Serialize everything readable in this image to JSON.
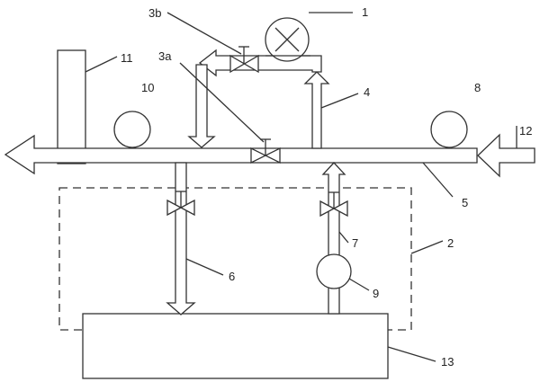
{
  "labels": {
    "n1": "1",
    "n2": "2",
    "n3a": "3a",
    "n3b": "3b",
    "n4": "4",
    "n5": "5",
    "n6": "6",
    "n7": "7",
    "n8": "8",
    "n9": "9",
    "n10": "10",
    "n11": "11",
    "n12": "12",
    "n13": "13"
  }
}
